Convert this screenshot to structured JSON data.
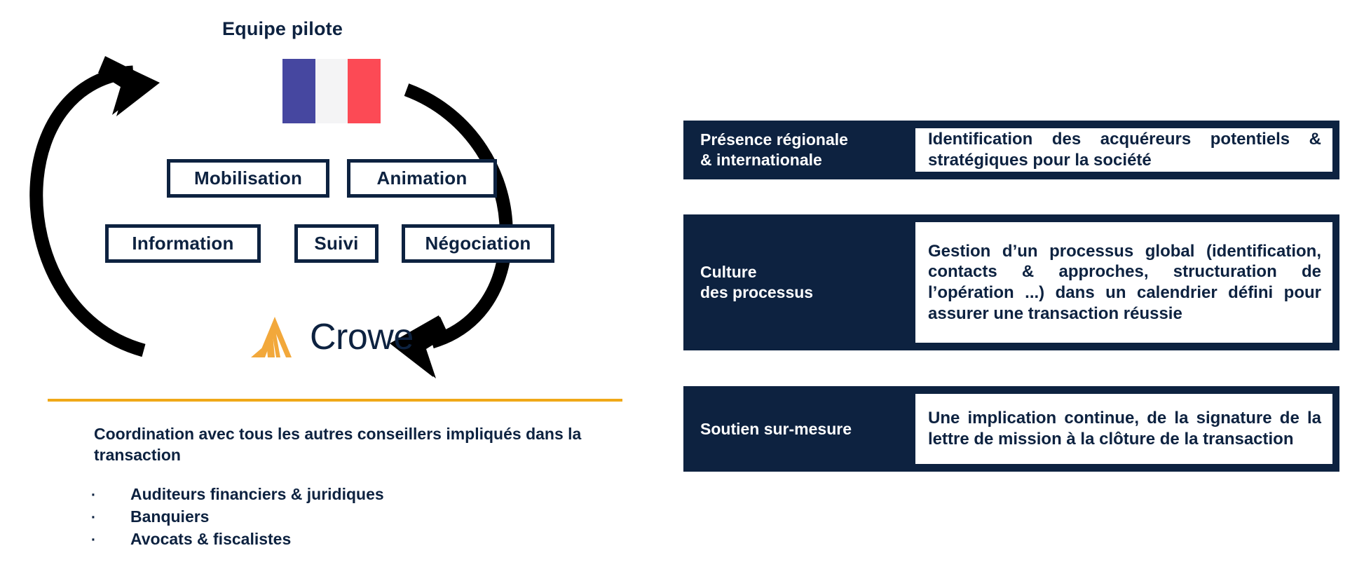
{
  "colors": {
    "navy": "#0d2240",
    "orange": "#f0a818",
    "crowe_gold": "#f2a83b",
    "flag_blue": "#4647a0",
    "flag_white": "#f4f4f5",
    "flag_red": "#fc4a55",
    "white": "#ffffff"
  },
  "left": {
    "title": "Equipe pilote",
    "flag": {
      "name": "french-flag",
      "bands": [
        "blue",
        "white",
        "red"
      ]
    },
    "cycle_boxes": [
      {
        "id": "mobilisation",
        "label": "Mobilisation"
      },
      {
        "id": "animation",
        "label": "Animation"
      },
      {
        "id": "information",
        "label": "Information"
      },
      {
        "id": "suivi",
        "label": "Suivi"
      },
      {
        "id": "negociation",
        "label": "Négociation"
      }
    ],
    "logo": {
      "wordmark": "Crowe",
      "mark_icon": "crowe-chevron-icon"
    },
    "arrows": [
      {
        "id": "arrow-left-clockwise",
        "direction": "clockwise-up-right"
      },
      {
        "id": "arrow-right-clockwise",
        "direction": "clockwise-down-left"
      }
    ],
    "coordination_heading": "Coordination avec tous les autres conseillers impliqués dans la transaction",
    "advisors": [
      {
        "bullet": "·",
        "label": "Auditeurs financiers & juridiques"
      },
      {
        "bullet": "·",
        "label": "Banquiers"
      },
      {
        "bullet": "·",
        "label": "Avocats & fiscalistes"
      }
    ]
  },
  "right": {
    "panels": [
      {
        "label": "Présence régionale\n& internationale",
        "body": "Identification des acquéreurs potentiels & stratégiques pour la société"
      },
      {
        "label": "Culture\ndes processus",
        "body": "Gestion d’un processus global (identification, contacts & approches, structuration de l’opération ...) dans un calendrier défini pour assurer une transaction réussie"
      },
      {
        "label": "Soutien sur-mesure",
        "body": "Une implication continue, de la signature de la lettre de mission à la clôture de la transaction"
      }
    ]
  }
}
